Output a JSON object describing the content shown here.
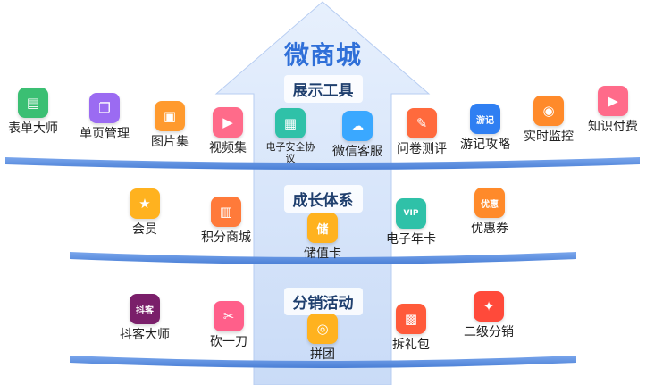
{
  "title": "微商城",
  "sections": {
    "display_tools": {
      "label": "展示工具",
      "items": [
        "表单大师",
        "单页管理",
        "图片集",
        "视频集",
        "电子安全协议",
        "微信客服",
        "问卷测评",
        "游记攻略",
        "实时监控",
        "知识付费"
      ]
    },
    "growth_system": {
      "label": "成长体系",
      "items": [
        "会员",
        "积分商城",
        "储值卡",
        "电子年卡",
        "优惠券"
      ]
    },
    "distribution": {
      "label": "分销活动",
      "items": [
        "抖客大师",
        "砍一刀",
        "拼团",
        "拆礼包",
        "二级分销"
      ]
    }
  },
  "icon_texts": {
    "douke": "抖客",
    "stored_card": "储",
    "travel": "游记",
    "coupon": "优惠",
    "vip": "VIP"
  },
  "colors": {
    "title_blue": "#2f6fd8",
    "arrow_light": "#d8e6fb",
    "arrow_mid": "#c3d6f6",
    "band_blue": "#5b8de0",
    "icon_green": "#3bbf73",
    "icon_purple": "#9b6bf2",
    "icon_orange": "#ff9a2e",
    "icon_pink": "#ff6b8a",
    "icon_teal": "#2fc1a8",
    "icon_sky": "#3aa8ff",
    "icon_red": "#ff5a5a",
    "icon_yellow": "#ffb21f"
  },
  "icons": {
    "display_tools": [
      "form-icon",
      "single-page-icon",
      "gallery-icon",
      "video-icon",
      "security-agreement-icon",
      "wechat-service-icon",
      "questionnaire-icon",
      "travel-notes-icon",
      "monitor-icon",
      "paid-knowledge-icon"
    ],
    "growth_system": [
      "member-icon",
      "points-mall-icon",
      "stored-value-card-icon",
      "annual-card-icon",
      "coupon-icon"
    ],
    "distribution": [
      "douke-master-icon",
      "bargain-icon",
      "group-buy-icon",
      "gift-box-icon",
      "two-level-distribution-icon"
    ]
  }
}
